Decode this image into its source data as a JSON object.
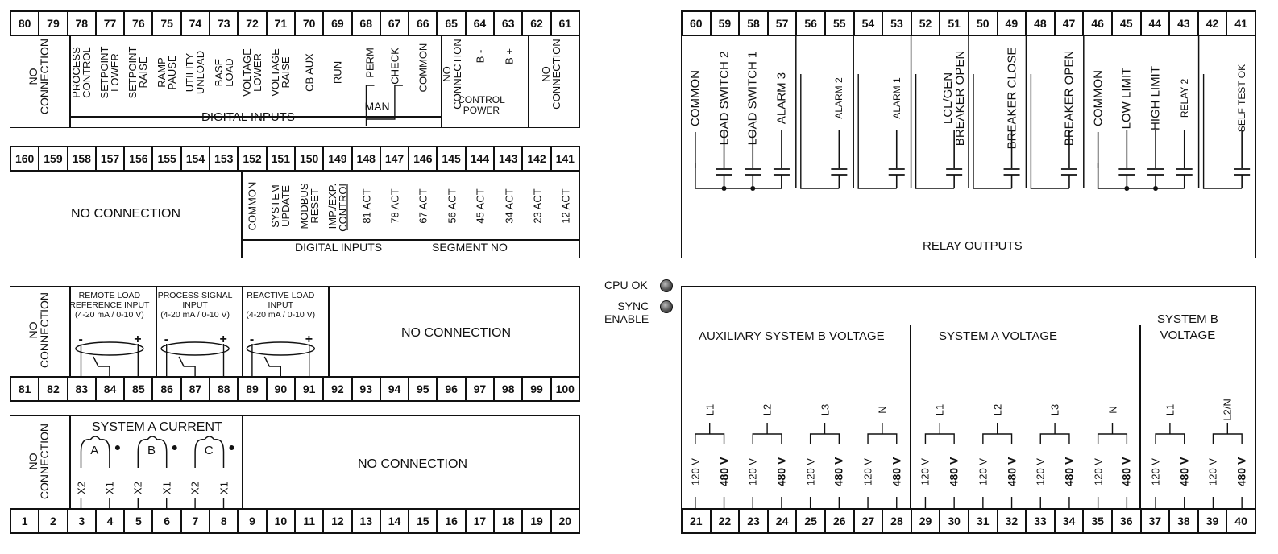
{
  "strips": {
    "top_digital": [
      "80",
      "79",
      "78",
      "77",
      "76",
      "75",
      "74",
      "73",
      "72",
      "71",
      "70",
      "69",
      "68",
      "67",
      "66",
      "65",
      "64",
      "63",
      "62",
      "61"
    ],
    "act_row": [
      "160",
      "159",
      "158",
      "157",
      "156",
      "155",
      "154",
      "153",
      "152",
      "151",
      "150",
      "149",
      "148",
      "147",
      "146",
      "145",
      "144",
      "143",
      "142",
      "141"
    ],
    "relay": [
      "60",
      "59",
      "58",
      "57",
      "56",
      "55",
      "54",
      "53",
      "52",
      "51",
      "50",
      "49",
      "48",
      "47",
      "46",
      "45",
      "44",
      "43",
      "42",
      "41"
    ],
    "analog": [
      "81",
      "82",
      "83",
      "84",
      "85",
      "86",
      "87",
      "88",
      "89",
      "90",
      "91",
      "92",
      "93",
      "94",
      "95",
      "96",
      "97",
      "98",
      "99",
      "100"
    ],
    "current": [
      "1",
      "2",
      "3",
      "4",
      "5",
      "6",
      "7",
      "8",
      "9",
      "10",
      "11",
      "12",
      "13",
      "14",
      "15",
      "16",
      "17",
      "18",
      "19",
      "20"
    ],
    "voltage": [
      "21",
      "22",
      "23",
      "24",
      "25",
      "26",
      "27",
      "28",
      "29",
      "30",
      "31",
      "32",
      "33",
      "34",
      "35",
      "36",
      "37",
      "38",
      "39",
      "40"
    ]
  },
  "digital_inputs_block": {
    "no_connection_left": "NO\nCONNECTION",
    "labels": [
      "PROCESS\nCONTROL",
      "SETPOINT\nLOWER",
      "SETPOINT\nRAISE",
      "RAMP\nPAUSE",
      "UTILITY\nUNLOAD",
      "BASE\nLOAD",
      "VOLTAGE\nLOWER",
      "VOLTAGE\nRAISE",
      "CB AUX",
      "RUN"
    ],
    "perm": "PERM",
    "check": "CHECK",
    "man": "MAN",
    "common": "COMMON",
    "no_connection_mid": "NO\nCONNECTION",
    "b_minus": "B -",
    "b_plus": "B +",
    "control_power": "CONTROL\nPOWER",
    "no_connection_right": "NO\nCONNECTION",
    "footer": "DIGITAL INPUTS"
  },
  "act_block": {
    "no_connection": "NO CONNECTION",
    "labels": [
      "COMMON",
      "SYSTEM\nUPDATE",
      "MODBUS\nRESET",
      "IMP./EXP.\nCONTROL",
      "81 ACT",
      "78 ACT",
      "67 ACT",
      "56 ACT",
      "45 ACT",
      "34 ACT",
      "23 ACT",
      "12 ACT"
    ],
    "digital_inputs": "DIGITAL INPUTS",
    "segment_no": "SEGMENT NO"
  },
  "relay_block": {
    "labels": [
      "COMMON",
      "LOAD SWITCH 2",
      "LOAD SWITCH 1",
      "ALARM 3",
      "ALARM 2",
      "ALARM 1",
      "LCL/GEN\nBREAKER OPEN",
      "BREAKER CLOSE",
      "BREAKER  OPEN",
      "COMMON",
      "LOW LIMIT",
      "HIGH LIMIT",
      "RELAY 2",
      "SELF TEST OK"
    ],
    "footer": "RELAY OUTPUTS"
  },
  "leds": {
    "cpu_ok": "CPU OK",
    "sync_enable": "SYNC\nENABLE"
  },
  "analog_block": {
    "no_connection_left": "NO\nCONNECTION",
    "remote_load": "REMOTE LOAD\nREFERENCE INPUT\n(4-20 mA / 0-10 V)",
    "process_signal": "PROCESS SIGNAL\nINPUT\n(4-20 mA / 0-10 V)",
    "reactive_load": "REACTIVE LOAD\nINPUT\n(4-20 mA / 0-10 V)",
    "minus": "-",
    "plus": "+",
    "no_connection_right": "NO CONNECTION"
  },
  "current_block": {
    "no_connection_left": "NO\nCONNECTION",
    "title": "SYSTEM A CURRENT",
    "phases": [
      "A",
      "B",
      "C"
    ],
    "terminals": [
      "X2",
      "X1",
      "X2",
      "X1",
      "X2",
      "X1"
    ],
    "no_connection_right": "NO CONNECTION"
  },
  "voltage_block": {
    "aux_title": "AUXILIARY SYSTEM B  VOLTAGE",
    "sysa_title": "SYSTEM A  VOLTAGE",
    "sysb_title": "SYSTEM B\nVOLTAGE",
    "phase_labels": [
      "L1",
      "L2",
      "L3",
      "N",
      "L1",
      "L2",
      "L3",
      "N",
      "L1",
      "L2/N"
    ],
    "v120": "120 V",
    "v480": "480 V"
  }
}
